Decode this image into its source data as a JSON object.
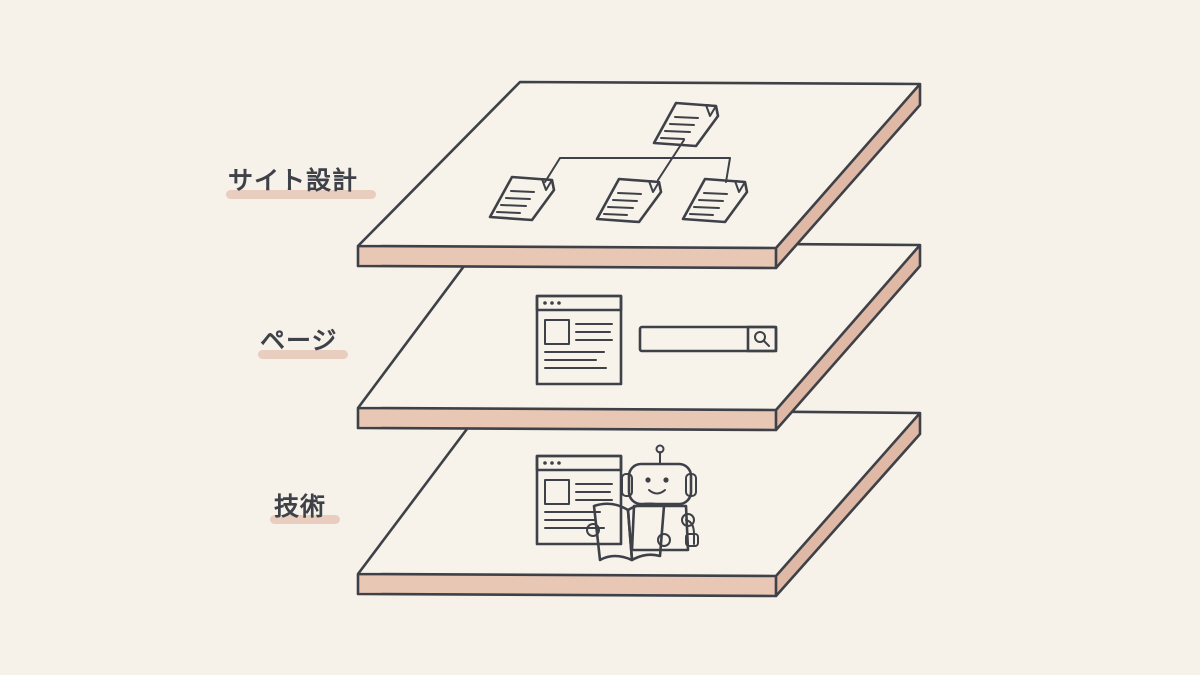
{
  "layers": [
    {
      "label": "サイト設計",
      "icon": "sitemap"
    },
    {
      "label": "ページ",
      "icon": "webpage-and-search"
    },
    {
      "label": "技術",
      "icon": "robot-reading-webpage"
    }
  ],
  "colors": {
    "background": "#f6f2e9",
    "ink": "#3f4148",
    "plate_top": "#f7f3ea",
    "plate_edge": "#e8c7b5",
    "accent": "#d59a83",
    "accent_dark": "#b8806c",
    "underline": "#e6c7b6"
  }
}
